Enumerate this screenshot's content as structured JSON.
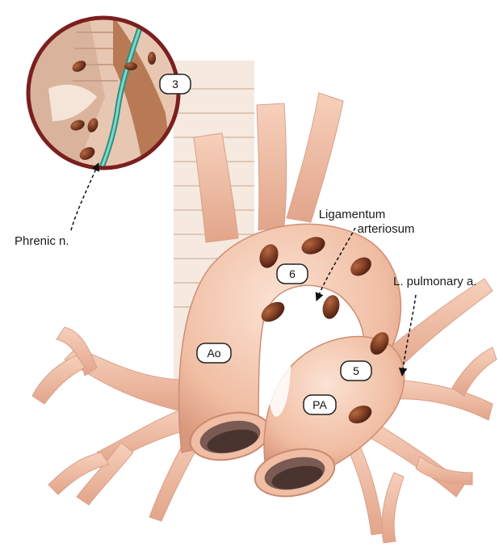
{
  "labels": {
    "phrenic": "Phrenic n.",
    "ligamentum_line1": "Ligamentum",
    "ligamentum_line2": "arteriosum",
    "pulmonary": "L. pulmonary a."
  },
  "stations": {
    "s3": "3",
    "s6": "6",
    "s5": "5",
    "ao": "Ao",
    "pa": "PA"
  },
  "colors": {
    "vessel": "#f2c2a8",
    "vessel_shadow": "#d99a80",
    "trachea": "#f5e6dc",
    "node": "#7a3a22",
    "inset_border": "#7a1f1f",
    "nerve": "#3fb3a0"
  }
}
